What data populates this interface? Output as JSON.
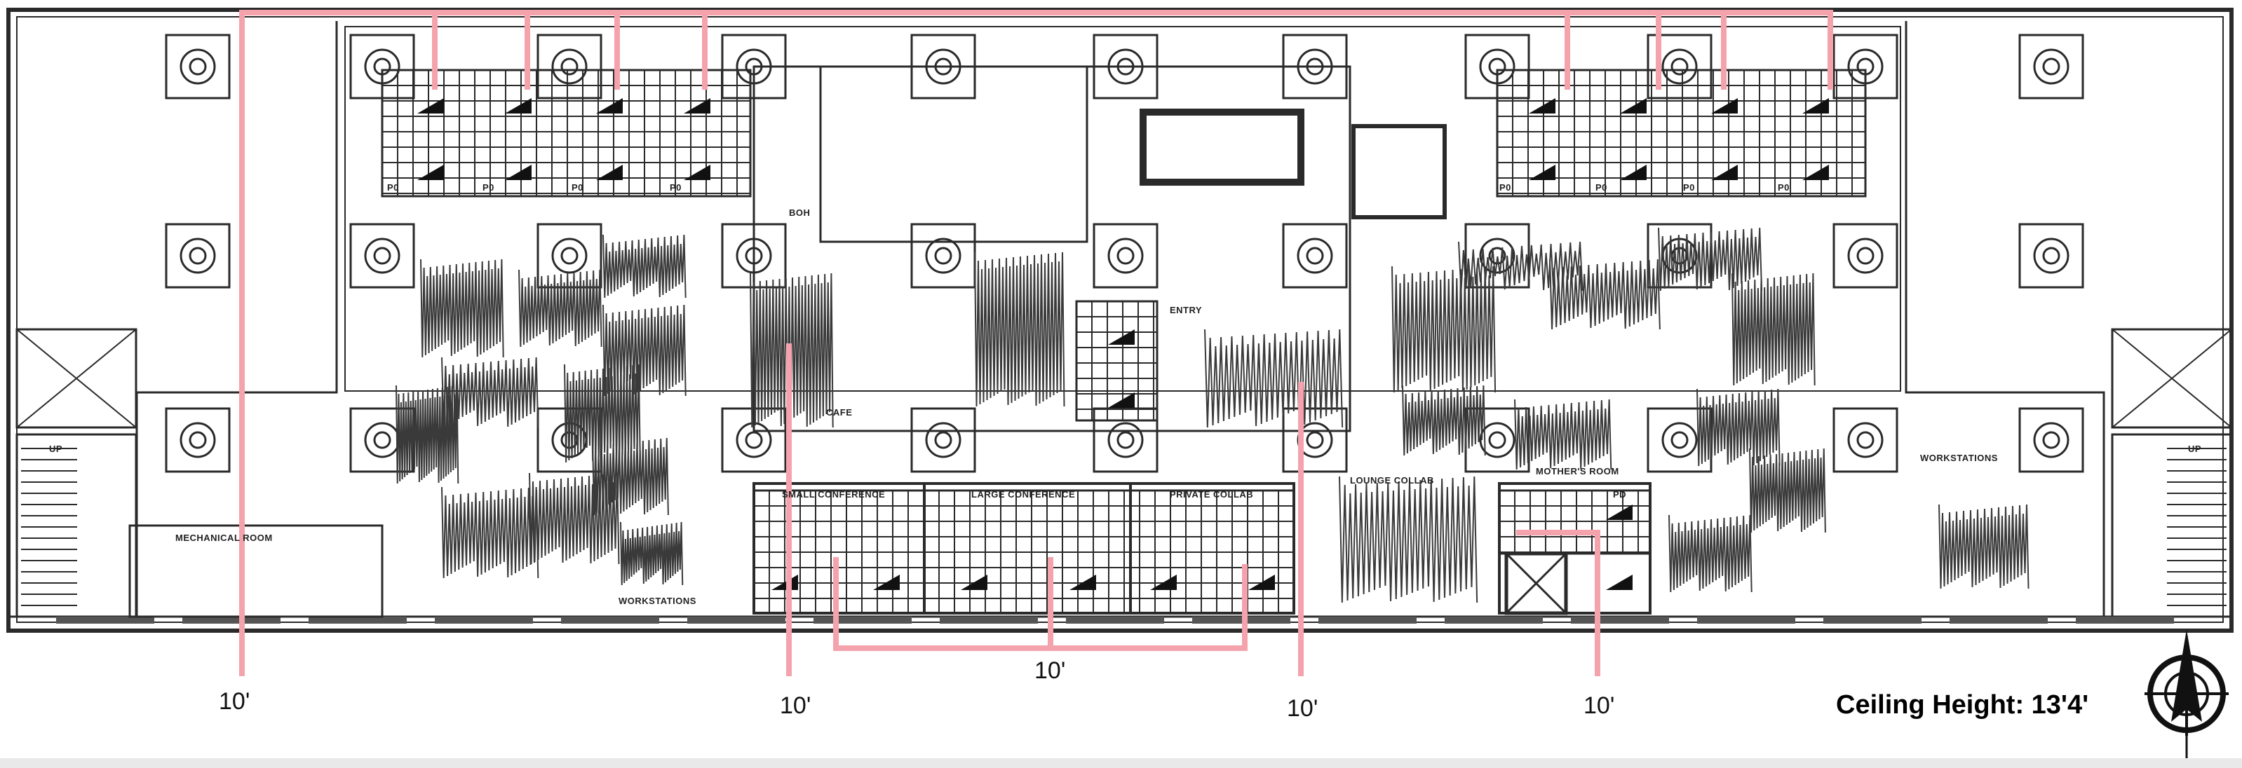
{
  "room_labels": {
    "boh": "BOH",
    "cafe": "CAFE",
    "entry": "ENTRY",
    "small_conference": "SMALL CONFERENCE",
    "large_conference": "LARGE CONFERENCE",
    "private_collab": "PRIVATE COLLAB",
    "lounge_collab": "LOUNGE COLLAB",
    "mothers_room": "MOTHER'S ROOM",
    "pd": "PD",
    "mechanical_room": "MECHANICAL ROOM",
    "workstations_left": "WORKSTATIONS",
    "workstations_right": "WORKSTATIONS",
    "up_left": "UP",
    "up_right": "UP",
    "pod_labels": [
      "P0",
      "P0",
      "P0",
      "P0",
      "P0",
      "P0",
      "P0",
      "P0"
    ]
  },
  "dimensions": {
    "left": "10'",
    "cafe": "10'",
    "conference": "10'",
    "lounge": "10'",
    "mothers_room": "10'"
  },
  "ceiling_height": "Ceiling Height: 13'4'",
  "colors": {
    "dimension_line": "#f4a3ad",
    "linework": "#2a2a2a",
    "planting": "#3a3a3a",
    "background": "#ffffff"
  },
  "icons": {
    "north_arrow": "north-arrow-icon"
  }
}
